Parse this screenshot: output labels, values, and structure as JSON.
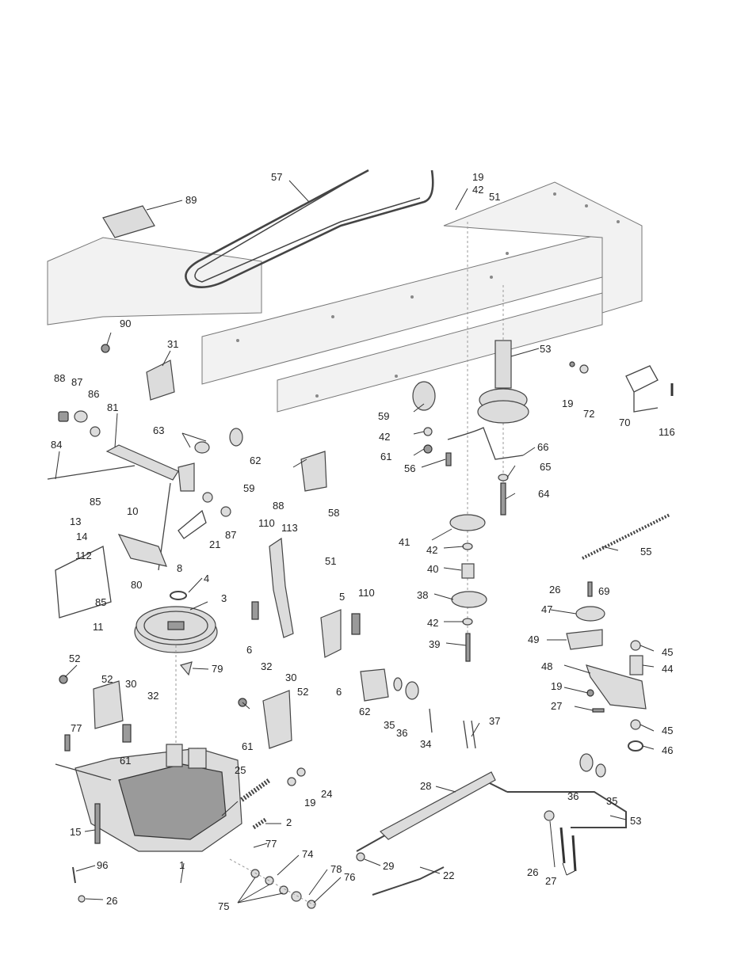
{
  "callouts": [
    "89",
    "57",
    "19",
    "42",
    "51",
    "90",
    "31",
    "88",
    "87",
    "86",
    "81",
    "63",
    "62",
    "84",
    "85",
    "59",
    "88",
    "87",
    "21",
    "10",
    "13",
    "14",
    "112",
    "11",
    "80",
    "85",
    "8",
    "110",
    "113",
    "51",
    "58",
    "41",
    "42",
    "40",
    "38",
    "42",
    "39",
    "59",
    "42",
    "61",
    "56",
    "66",
    "65",
    "64",
    "53",
    "19",
    "72",
    "70",
    "116",
    "55",
    "26",
    "69",
    "47",
    "45",
    "44",
    "48",
    "19",
    "27",
    "45",
    "46",
    "49",
    "5",
    "110",
    "6",
    "6",
    "62",
    "35",
    "36",
    "34",
    "37",
    "4",
    "3",
    "79",
    "52",
    "52",
    "30",
    "32",
    "77",
    "61",
    "32",
    "30",
    "52",
    "61",
    "25",
    "19",
    "24",
    "2",
    "77",
    "15",
    "96",
    "26",
    "1",
    "74",
    "78",
    "76",
    "75",
    "29",
    "22",
    "28",
    "36",
    "35",
    "53",
    "26",
    "27"
  ]
}
